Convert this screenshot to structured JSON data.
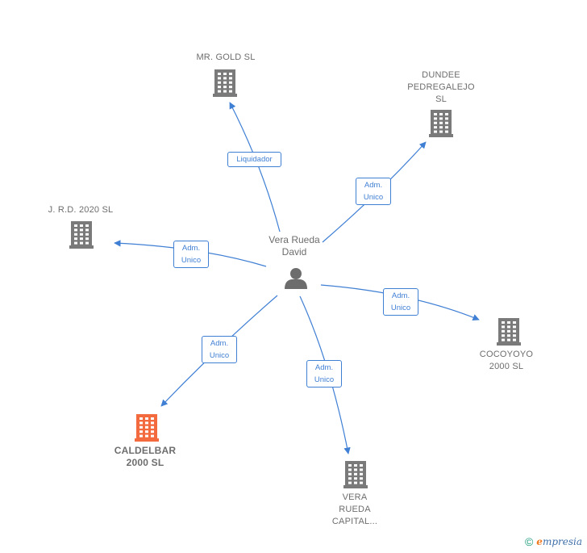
{
  "center": {
    "name_line1": "Vera Rueda",
    "name_line2": "David",
    "icon": "person-icon"
  },
  "companies": [
    {
      "id": "mr-gold",
      "lines": [
        "MR.  GOLD SL"
      ],
      "color": "#7a7a7a"
    },
    {
      "id": "dundee",
      "lines": [
        "DUNDEE",
        "PEDREGALEJO",
        "SL"
      ],
      "color": "#7a7a7a"
    },
    {
      "id": "jrd",
      "lines": [
        "J. R.D. 2020  SL"
      ],
      "color": "#7a7a7a"
    },
    {
      "id": "cocoyoyo",
      "lines": [
        "COCOYOYO",
        "2000  SL"
      ],
      "color": "#7a7a7a"
    },
    {
      "id": "caldelbar",
      "lines": [
        "CALDELBAR",
        "2000  SL"
      ],
      "color": "#f26a3d"
    },
    {
      "id": "vera-rueda-capital",
      "lines": [
        "VERA",
        "RUEDA",
        "CAPITAL..."
      ],
      "color": "#7a7a7a"
    }
  ],
  "relations": [
    {
      "to": "mr-gold",
      "lines": [
        "Liquidador"
      ]
    },
    {
      "to": "dundee",
      "lines": [
        "Adm.",
        "Unico"
      ]
    },
    {
      "to": "jrd",
      "lines": [
        "Adm.",
        "Unico"
      ]
    },
    {
      "to": "cocoyoyo",
      "lines": [
        "Adm.",
        "Unico"
      ]
    },
    {
      "to": "caldelbar",
      "lines": [
        "Adm.",
        "Unico"
      ]
    },
    {
      "to": "vera-rueda-capital",
      "lines": [
        "Adm.",
        "Unico"
      ]
    }
  ],
  "colors": {
    "edge": "#3f7fd4",
    "building": "#7a7a7a",
    "focus": "#f26a3d",
    "person": "#6d6d6d"
  },
  "footer": {
    "copyright": "©",
    "brand_initial": "e",
    "brand_rest": "mpresia"
  }
}
